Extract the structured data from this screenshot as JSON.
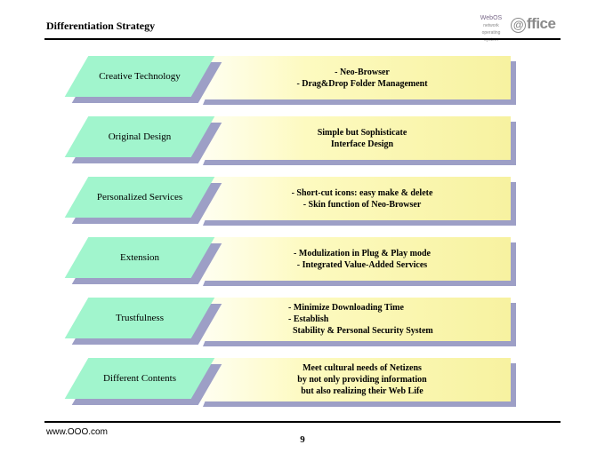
{
  "header": {
    "title": "Differentiation Strategy",
    "logo_small": "WebOS",
    "logo_small_tag": "network operating system",
    "logo_at": "@",
    "logo_main": "ffice"
  },
  "rows": [
    {
      "label": "Creative Technology",
      "lines": [
        "- Neo-Browser",
        "- Drag&Drop Folder Management"
      ]
    },
    {
      "label": "Original Design",
      "lines": [
        "Simple but Sophisticate",
        "Interface Design"
      ]
    },
    {
      "label": "Personalized Services",
      "lines": [
        "- Short-cut icons: easy make & delete",
        "- Skin function of Neo-Browser"
      ]
    },
    {
      "label": "Extension",
      "lines": [
        "- Modulization in Plug & Play mode",
        "- Integrated Value-Added Services"
      ]
    },
    {
      "label": "Trustfulness",
      "lines": [
        "- Minimize Downloading Time",
        "- Establish",
        "  Stability & Personal Security System"
      ]
    },
    {
      "label": "Different Contents",
      "lines": [
        "Meet cultural needs of Netizens",
        "by not only providing information",
        "but also realizing their Web Life"
      ]
    }
  ],
  "footer": {
    "url": "www.OOO.com",
    "page": "9"
  }
}
